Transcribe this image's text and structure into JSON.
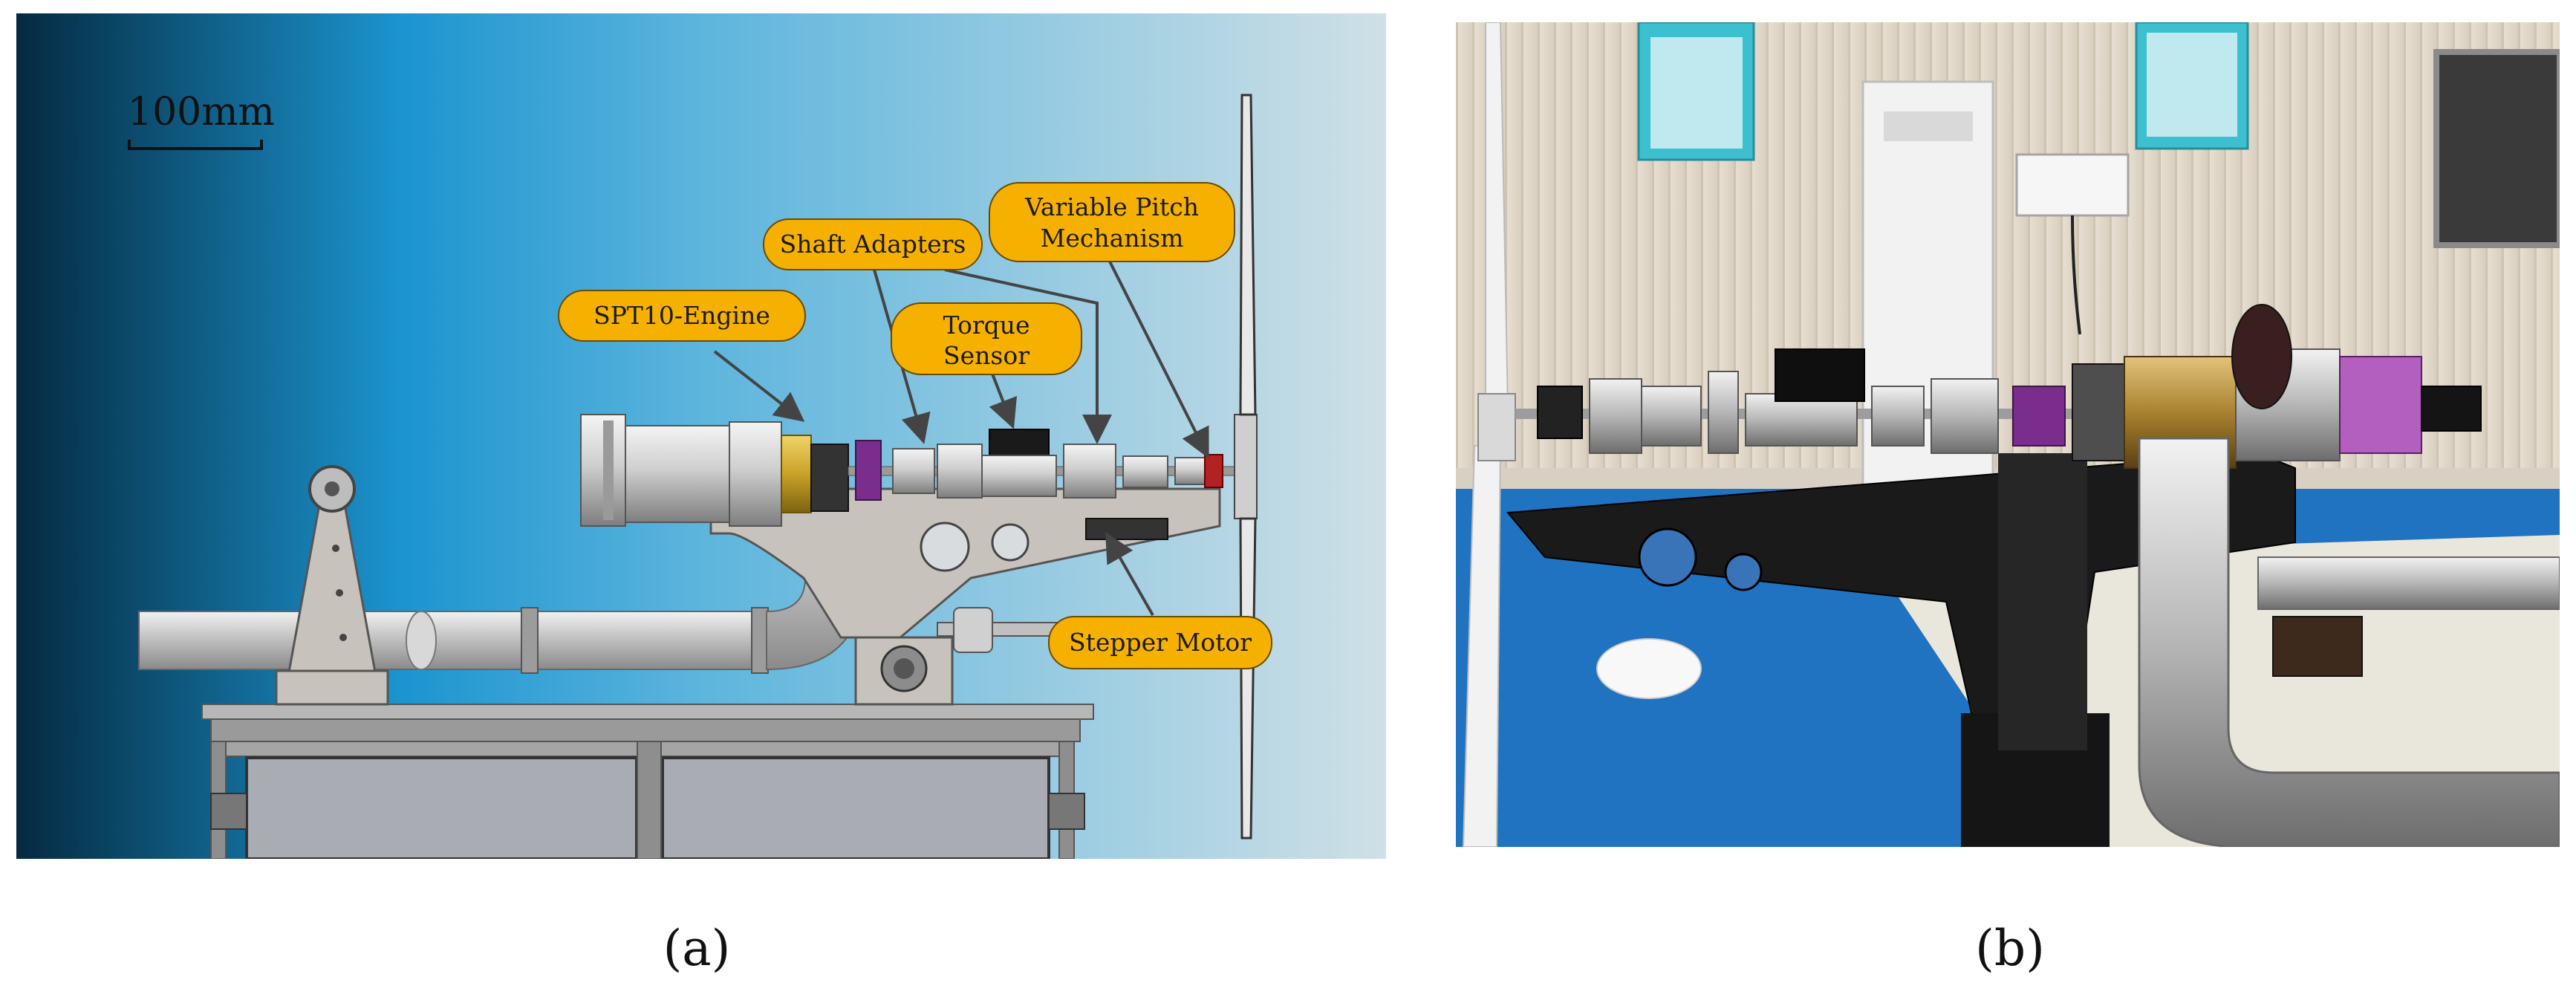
{
  "panel_a": {
    "scale_bar": "100mm",
    "labels": {
      "spt10_engine": "SPT10-Engine",
      "shaft_adapters": "Shaft Adapters",
      "torque_sensor_line1": "Torque",
      "torque_sensor_line2": "Sensor",
      "variable_pitch_line1": "Variable Pitch",
      "variable_pitch_line2": "Mechanism",
      "stepper_motor": "Stepper Motor"
    },
    "colors": {
      "bg_dark": "#06324a",
      "bg_mid": "#2aa4d8",
      "bg_light": "#c8dde4",
      "callout_fill": "#f5b000",
      "engine_gold": "#c9a227",
      "coupling_purple": "#7b2d8e",
      "frame_gray": "#c7c3bc"
    }
  },
  "captions": {
    "a": "(a)",
    "b": "(b)"
  }
}
